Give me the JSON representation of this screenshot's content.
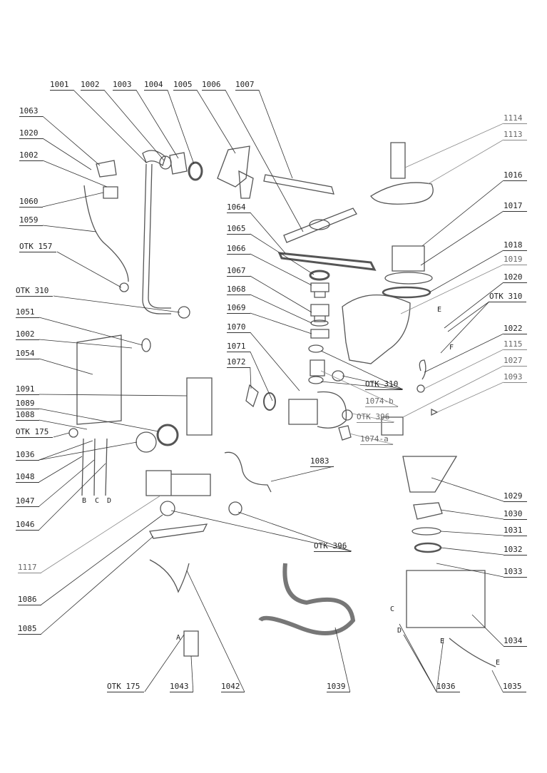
{
  "labels": {
    "top": [
      "1001",
      "1002",
      "1003",
      "1004",
      "1005",
      "1006",
      "1007"
    ],
    "left": [
      "1063",
      "1020",
      "1002",
      "1060",
      "1059",
      "OTK 157",
      "OTK 310",
      "1051",
      "1002",
      "1054",
      "1091",
      "1089",
      "1088",
      "OTK 175",
      "1036",
      "1048",
      "1047",
      "1046",
      "1117",
      "1086",
      "1085"
    ],
    "middle": [
      "1064",
      "1065",
      "1066",
      "1067",
      "1068",
      "1069",
      "1070",
      "1071",
      "1072",
      "OTK 310",
      "1074-b",
      "OTK 396",
      "1074-a",
      "1083",
      "OTK 396"
    ],
    "right": [
      "1114",
      "1113",
      "1016",
      "1017",
      "1018",
      "1019",
      "1020",
      "OTK 310",
      "1022",
      "1115",
      "1027",
      "1093",
      "1029",
      "1030",
      "1031",
      "1032",
      "1033",
      "1034"
    ],
    "bottom": [
      "OTK 175",
      "1043",
      "1042",
      "1039",
      "1036",
      "1035"
    ]
  },
  "letters": [
    "E",
    "F",
    "B",
    "C",
    "D",
    "A",
    "C",
    "D",
    "E",
    "E"
  ],
  "colors": {
    "line": "#333333",
    "part": "#555555",
    "light_label": "#666666"
  }
}
